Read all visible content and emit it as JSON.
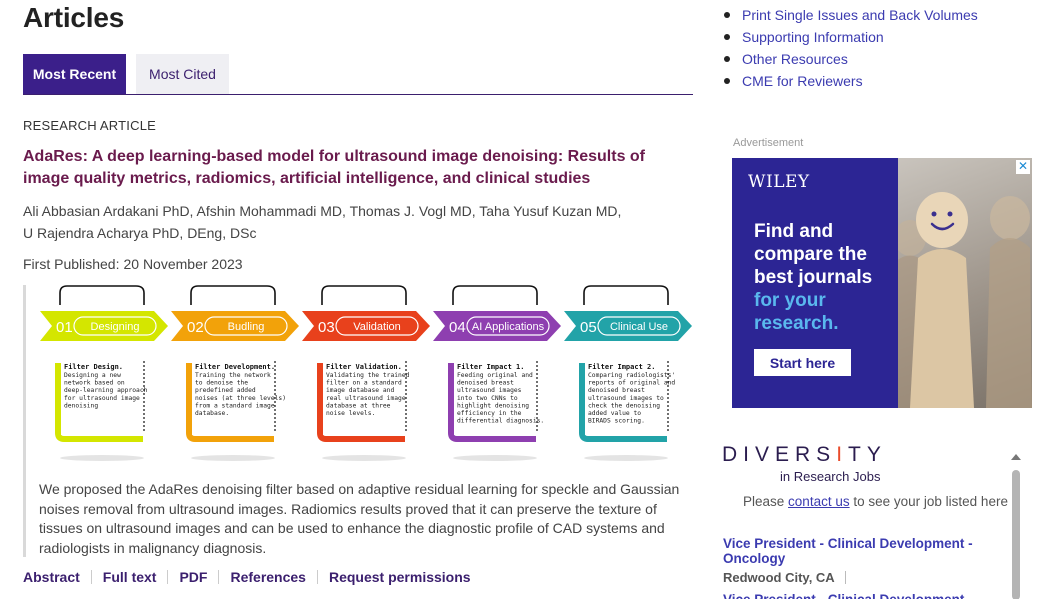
{
  "page": {
    "heading": "Articles"
  },
  "tabs": [
    {
      "label": "Most Recent",
      "active": true
    },
    {
      "label": "Most Cited",
      "active": false
    }
  ],
  "article": {
    "type": "RESEARCH ARTICLE",
    "title": "AdaRes: A deep learning-based model for ultrasound image denoising: Results of image quality metrics, radiomics, artificial intelligence, and clinical studies",
    "authors_line1": "Ali Abbasian Ardakani PhD, Afshin Mohammadi MD, Thomas J. Vogl MD, Taha Yusuf Kuzan MD,",
    "authors_line2": "U Rajendra Acharya PhD, DEng, DSc",
    "published_label": "First Published:",
    "published_date": "20 November 2023",
    "abstract": "We proposed the AdaRes denoising filter based on adaptive residual learning for speckle and Gaussian noises removal from ultrasound images. Radiomics results proved that it can preserve the texture of tissues on ultrasound images and can be used to enhance the diagnostic profile of CAD systems and radiologists in malignancy diagnosis.",
    "links": [
      "Abstract",
      "Full text",
      "PDF",
      "References",
      "Request permissions"
    ]
  },
  "graphic": {
    "stages": [
      {
        "num": "01",
        "label": "Designing",
        "color": "#d4e600",
        "head": "Filter Design.",
        "lines": [
          "Designing a new",
          "network based on",
          "deep-learning approach",
          "for ultrasound image",
          "denoising"
        ]
      },
      {
        "num": "02",
        "label": "Budling",
        "color": "#f2a20a",
        "head": "Filter Development.",
        "lines": [
          "Training the network",
          "to denoise the",
          "predefined added",
          "noises (at three levels)",
          "from a standard image",
          "database."
        ]
      },
      {
        "num": "03",
        "label": "Validation",
        "color": "#e8411c",
        "head": "Filter Validation.",
        "lines": [
          "Validating the trained",
          "filter on a standard",
          "image database and",
          "real ultrasound image",
          "database at three",
          "noise levels."
        ]
      },
      {
        "num": "04",
        "label": "AI Applications",
        "color": "#8e3fb0",
        "head": "Filter Impact 1.",
        "lines": [
          "Feeding original and",
          "denoised breast",
          "ultrasound images",
          "into two CNNs to",
          "highlight denoising",
          "efficiency in the",
          "differential diagnosis."
        ]
      },
      {
        "num": "05",
        "label": "Clinical Use",
        "color": "#22a3a8",
        "head": "Filter Impact 2.",
        "lines": [
          "Comparing radiologists'",
          "reports of original and",
          "denoised breast",
          "ultrasound images to",
          "check the denoising",
          "added value to",
          "BIRADS scoring."
        ]
      }
    ]
  },
  "sidebar": {
    "links": [
      "Print Single Issues and Back Volumes",
      "Supporting Information",
      "Other Resources",
      "CME for Reviewers"
    ],
    "ad_label": "Advertisement",
    "ad": {
      "brand": "WILEY",
      "headline": "Find and compare the best journals",
      "highlight": "for your research.",
      "cta": "Start here",
      "close": "✕"
    },
    "diversity": {
      "logo_a": "DIVERS",
      "logo_b": "I",
      "logo_c": "TY",
      "subtitle": "in Research Jobs",
      "contact_pre": "Please",
      "contact_link": "contact us",
      "contact_post": "to see your job listed here",
      "job_title": "Vice President - Clinical Development - Oncology",
      "job_location": "Redwood City, CA",
      "next_job": "Vice President - Clinical Development - Oncol"
    }
  }
}
